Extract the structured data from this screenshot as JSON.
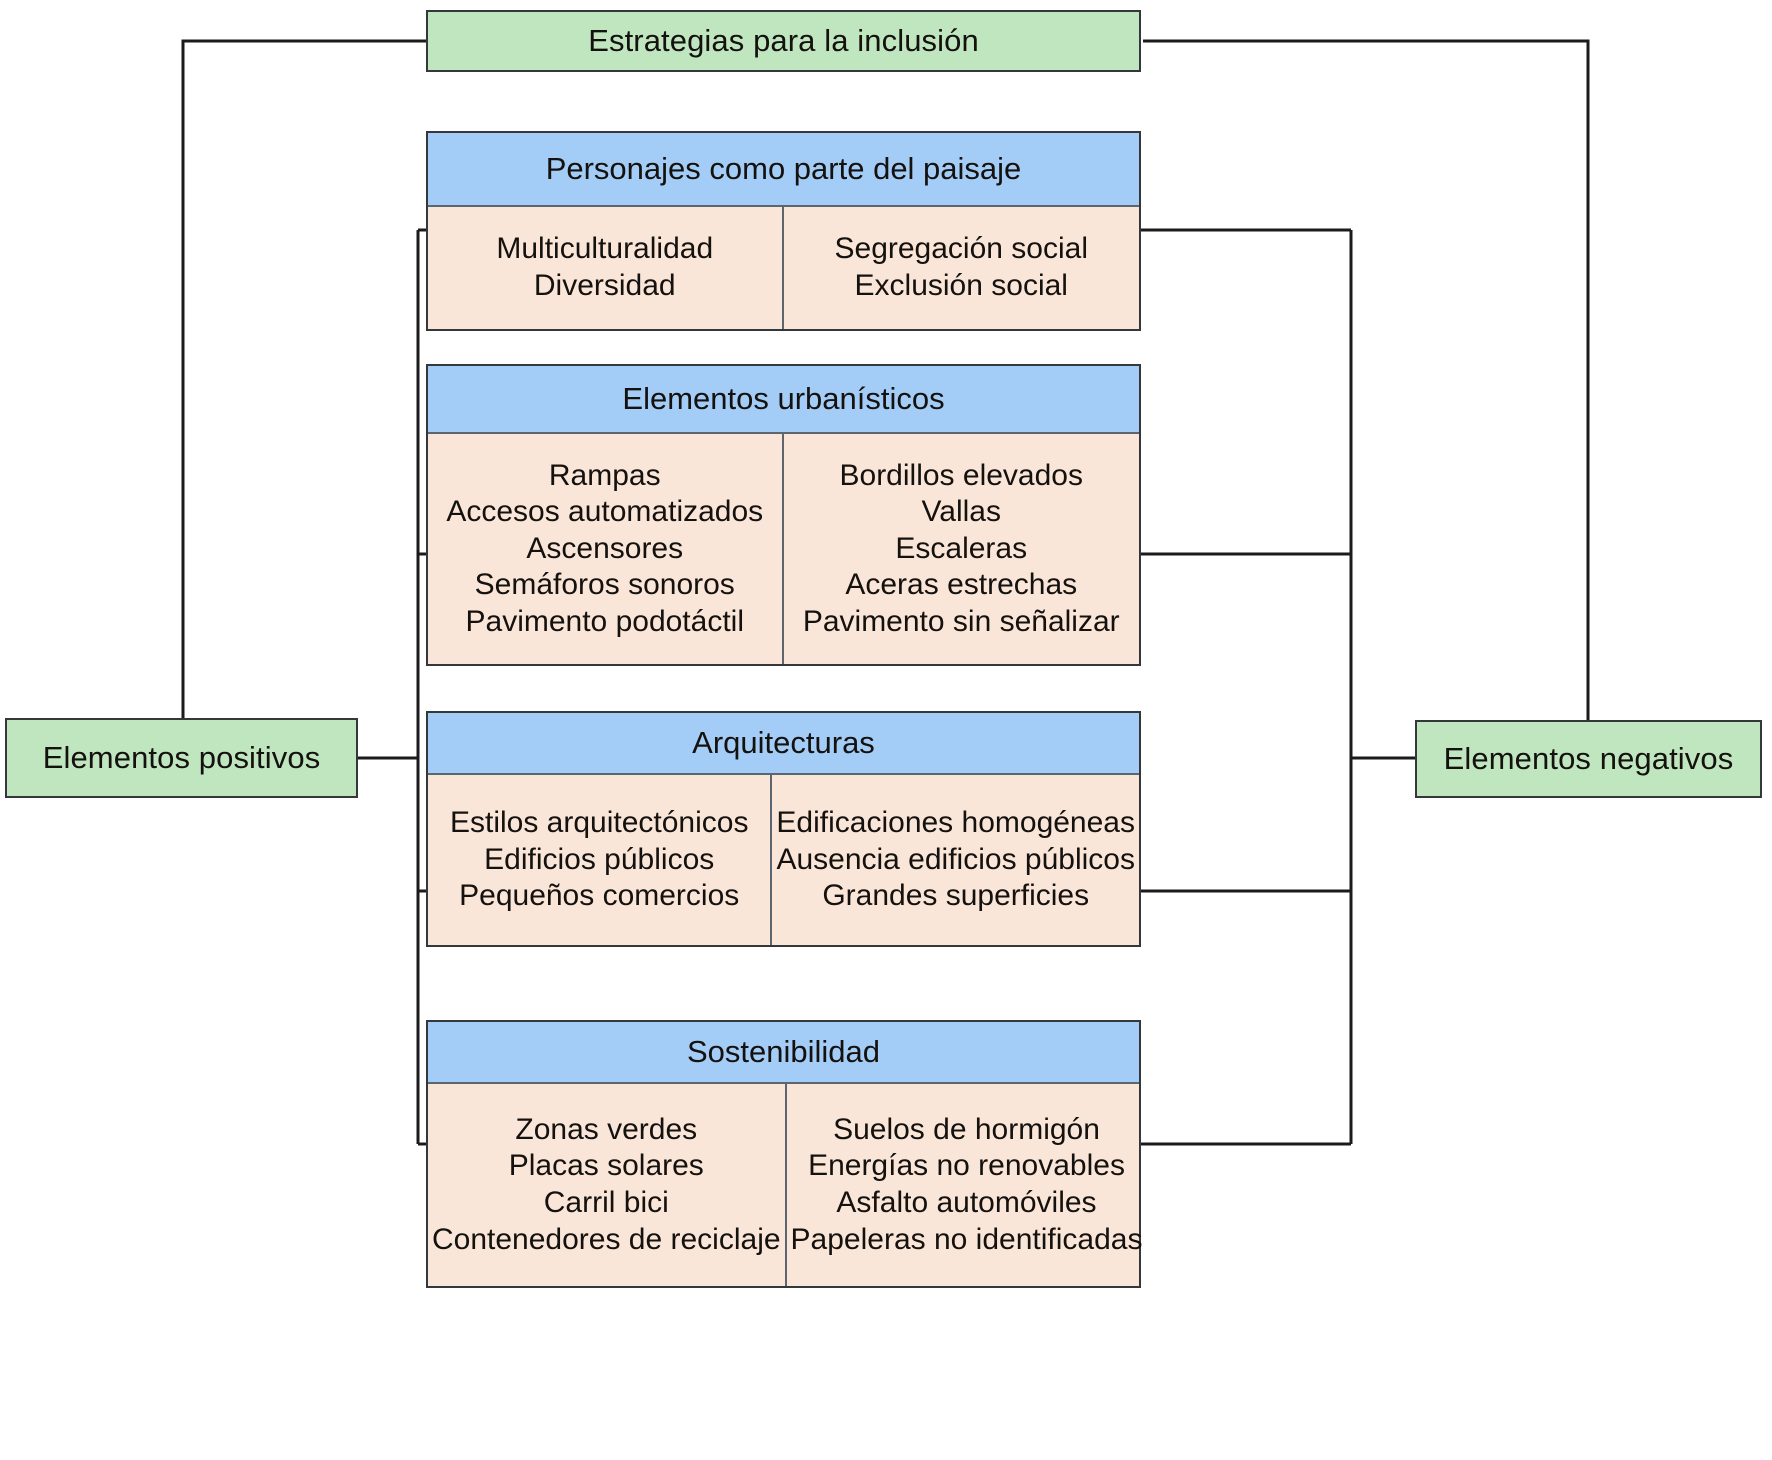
{
  "diagram": {
    "title_node": {
      "label": "Estrategias para la inclusión",
      "color": "#bfe6bf"
    },
    "left_node": {
      "label": "Elementos positivos",
      "color": "#bfe6bf"
    },
    "right_node": {
      "label": "Elementos negativos",
      "color": "#bfe6bf"
    },
    "header_color": "#a3cdf7",
    "body_color": "#fae6d8",
    "line_color": "#1b1b1b",
    "categories": [
      {
        "title": "Personajes como parte del paisaje",
        "positive": [
          "Multiculturalidad",
          "Diversidad"
        ],
        "negative": [
          "Segregación social",
          "Exclusión social"
        ]
      },
      {
        "title": "Elementos urbanísticos",
        "positive": [
          "Rampas",
          "Accesos automatizados",
          "Ascensores",
          "Semáforos sonoros",
          "Pavimento podotáctil"
        ],
        "negative": [
          "Bordillos elevados",
          "Vallas",
          "Escaleras",
          "Aceras estrechas",
          "Pavimento sin señalizar"
        ]
      },
      {
        "title": "Arquitecturas",
        "positive": [
          "Estilos arquitectónicos",
          "Edificios públicos",
          "Pequeños comercios"
        ],
        "negative": [
          "Edificaciones homogéneas",
          "Ausencia edificios públicos",
          "Grandes superficies"
        ]
      },
      {
        "title": "Sostenibilidad",
        "positive": [
          "Zonas verdes",
          "Placas solares",
          "Carril bici",
          "Contenedores de reciclaje"
        ],
        "negative": [
          "Suelos de hormigón",
          "Energías no renovables",
          "Asfalto automóviles",
          "Papeleras no identificadas"
        ]
      }
    ]
  }
}
